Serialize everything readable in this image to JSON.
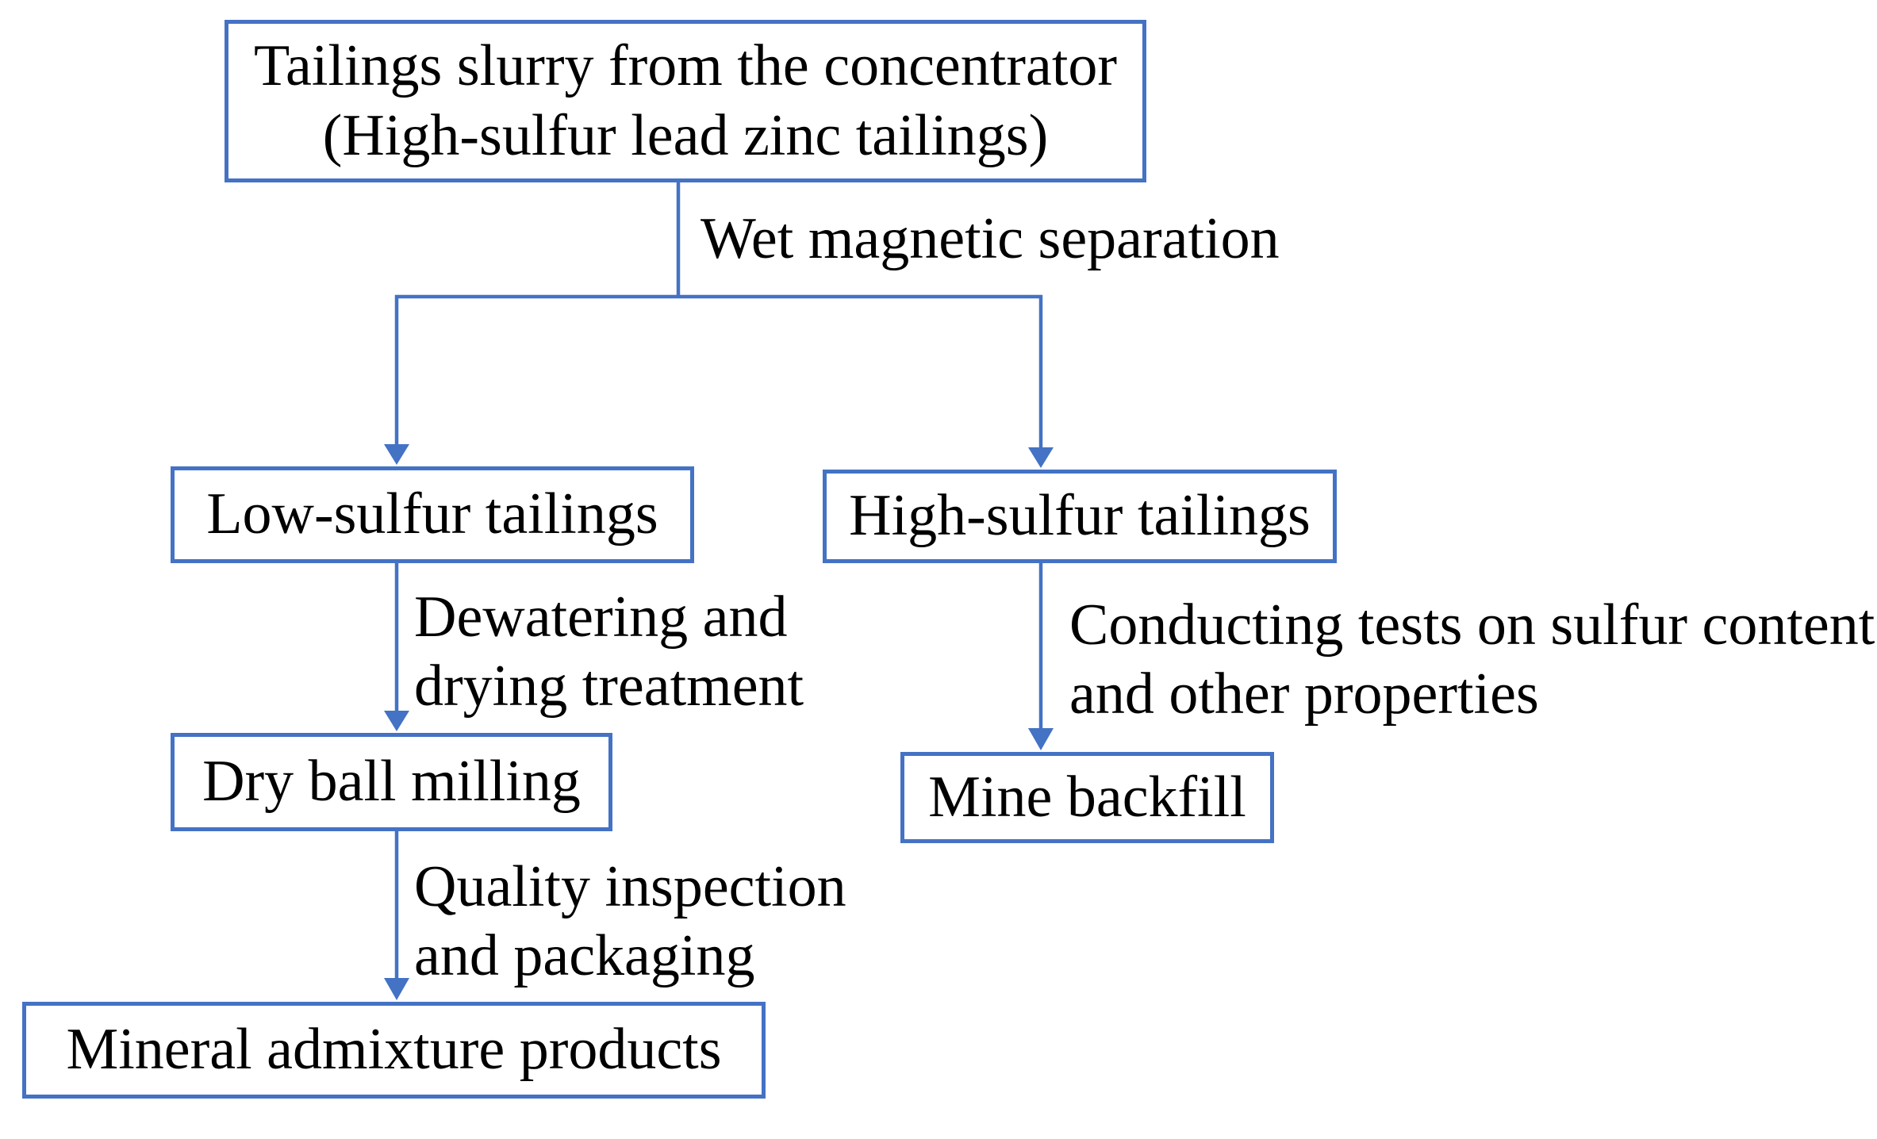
{
  "diagram": {
    "accent_color": "#4472C4",
    "text_color": "#000000",
    "background_color": "#ffffff",
    "nodes": {
      "tailings_slurry": {
        "line1": "Tailings slurry from the concentrator",
        "line2": "(High-sulfur lead zinc tailings)"
      },
      "low_sulfur": {
        "label": "Low-sulfur tailings"
      },
      "high_sulfur": {
        "label": "High-sulfur tailings"
      },
      "dry_ball_milling": {
        "label": "Dry ball milling"
      },
      "mineral_admixture": {
        "label": "Mineral admixture products"
      },
      "mine_backfill": {
        "label": "Mine backfill"
      }
    },
    "edge_labels": {
      "wet_magnetic": "Wet magnetic separation",
      "dewatering_line1": "Dewatering and",
      "dewatering_line2": "drying treatment",
      "quality_line1": "Quality inspection",
      "quality_line2": "and packaging",
      "conducting_line1": "Conducting tests on sulfur content",
      "conducting_line2": "and other properties"
    }
  }
}
